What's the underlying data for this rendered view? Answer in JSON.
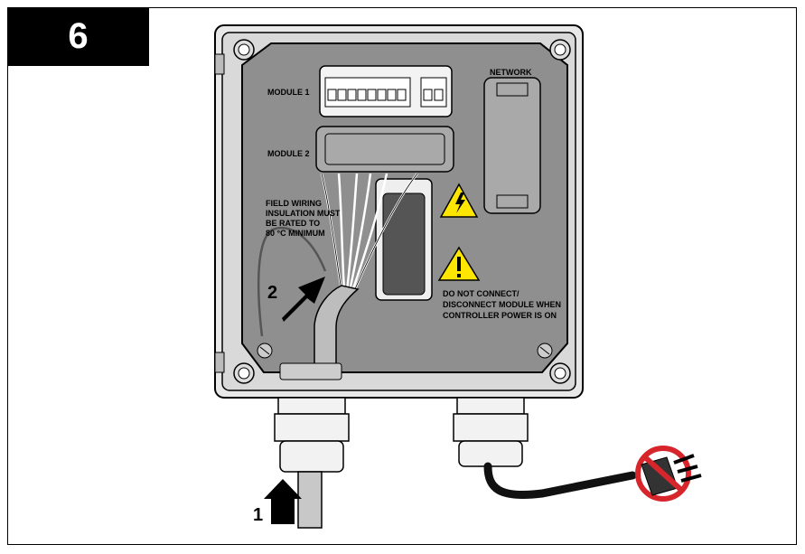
{
  "step": {
    "number": "6"
  },
  "labels": {
    "module1": "MODULE 1",
    "module2": "MODULE 2",
    "network": "NETWORK",
    "field_wiring": [
      "FIELD WIRING",
      "INSULATION MUST",
      "BE RATED TO",
      "80 °C MINIMUM"
    ],
    "warning": [
      "DO NOT CONNECT/",
      "DISCONNECT MODULE WHEN",
      "CONTROLLER POWER IS ON"
    ],
    "arrow1": "1",
    "arrow2": "2"
  },
  "colors": {
    "panel_gray": "#8f8f8f",
    "warning_yellow": "#ffe600",
    "prohibit_red": "#d7262b"
  },
  "icons": [
    "electrical-hazard-icon",
    "caution-icon",
    "no-power-plug-icon"
  ]
}
